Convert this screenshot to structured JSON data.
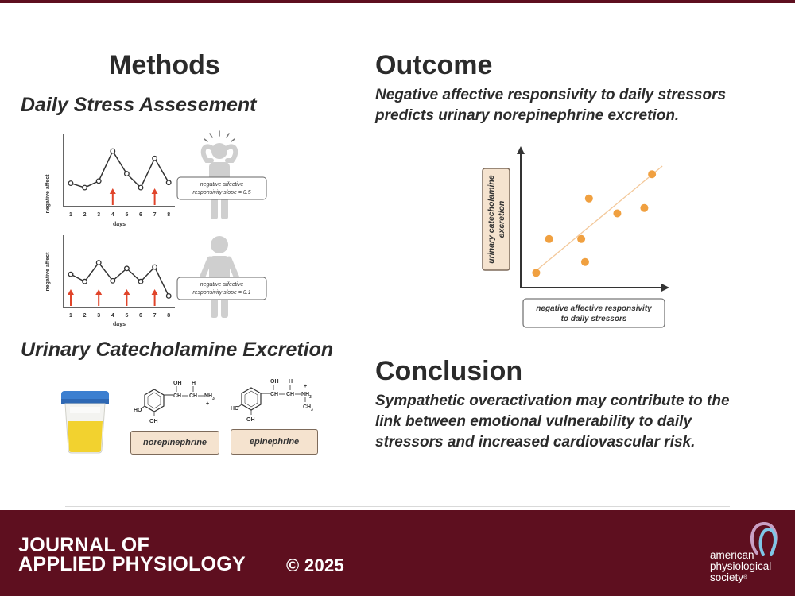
{
  "methods": {
    "heading": "Methods",
    "daily_stress_title": "Daily Stress Assesement",
    "chart_top": {
      "ylabel": "negative affect",
      "xlabel": "days",
      "x_ticks": [
        "1",
        "2",
        "3",
        "4",
        "5",
        "6",
        "7",
        "8"
      ],
      "values": [
        3.2,
        2.6,
        3.5,
        7.6,
        4.5,
        2.6,
        6.6,
        3.3
      ],
      "stress_days": [
        4,
        7
      ],
      "note_line1": "negative affective",
      "note_line2": "responsivity slope = 0.5"
    },
    "chart_bottom": {
      "ylabel": "negative affect",
      "xlabel": "days",
      "x_ticks": [
        "1",
        "2",
        "3",
        "4",
        "5",
        "6",
        "7",
        "8"
      ],
      "values": [
        4.6,
        3.6,
        6.2,
        3.7,
        5.4,
        3.6,
        5.6,
        1.6
      ],
      "stress_days": [
        1,
        3,
        5,
        7
      ],
      "note_line1": "negative affective",
      "note_line2": "responsivity slope = 0.1"
    },
    "urinary_title": "Urinary Catecholamine Excretion",
    "molecules": [
      "norepinephrine",
      "epinephrine"
    ],
    "chem": {
      "oh": "OH",
      "h": "H",
      "ho": "HO",
      "ch": "CH",
      "nh3": "NH",
      "sub3": "3",
      "plus": "+",
      "ch3": "CH",
      "dash": "—"
    }
  },
  "outcome": {
    "heading": "Outcome",
    "text_line1": "Negative affective responsivity to daily stressors",
    "text_line2": "predicts urinary norepinephrine excretion.",
    "ylabel_line1": "urinary catecholamine",
    "ylabel_line2": "excretion",
    "xlabel_line1": "negative affective responsivity",
    "xlabel_line2": "to daily stressors"
  },
  "chart_data": [
    {
      "type": "line",
      "x": [
        1,
        2,
        3,
        4,
        5,
        6,
        7,
        8
      ],
      "series": [
        {
          "values": [
            3.2,
            2.6,
            3.5,
            7.6,
            4.5,
            2.6,
            6.6,
            3.3
          ]
        }
      ],
      "xlabel": "days",
      "ylabel": "negative affect",
      "ylim": [
        0,
        10
      ],
      "grid": false
    },
    {
      "type": "line",
      "x": [
        1,
        2,
        3,
        4,
        5,
        6,
        7,
        8
      ],
      "series": [
        {
          "values": [
            4.6,
            3.6,
            6.2,
            3.7,
            5.4,
            3.6,
            5.6,
            1.6
          ]
        }
      ],
      "xlabel": "days",
      "ylabel": "negative affect",
      "ylim": [
        0,
        10
      ],
      "grid": false
    },
    {
      "type": "scatter",
      "x": [
        1.2,
        2.2,
        4.7,
        5.3,
        5.0,
        7.5,
        9.6,
        10.2
      ],
      "y": [
        1.1,
        3.6,
        3.6,
        6.6,
        1.9,
        5.5,
        5.9,
        8.4
      ],
      "trendline": {
        "x": [
          1.0,
          11.0
        ],
        "y": [
          1.1,
          9.0
        ]
      },
      "xlabel": "negative affective responsivity to daily stressors",
      "ylabel": "urinary catecholamine excretion",
      "xlim": [
        0,
        11.5
      ],
      "ylim": [
        0,
        10
      ],
      "grid": false
    }
  ],
  "conclusion": {
    "heading": "Conclusion",
    "line1": "Sympathetic overactivation may contribute to the",
    "line2": "link between emotional vulnerability to daily",
    "line3": "stressors and increased cardiovascular risk."
  },
  "footer": {
    "journal_line1": "JOURNAL OF",
    "journal_line2": "APPLIED PHYSIOLOGY",
    "copyright": "© 2025",
    "aps_line1": "american",
    "aps_line2": "physiological",
    "aps_line3": "society",
    "aps_mark": "®"
  },
  "colors": {
    "maroon": "#5e0f1f",
    "orange": "#f0a040",
    "arrow_red": "#e0442a",
    "chip_fill": "#f5e3cf",
    "silhouette": "#cfcfcf"
  }
}
